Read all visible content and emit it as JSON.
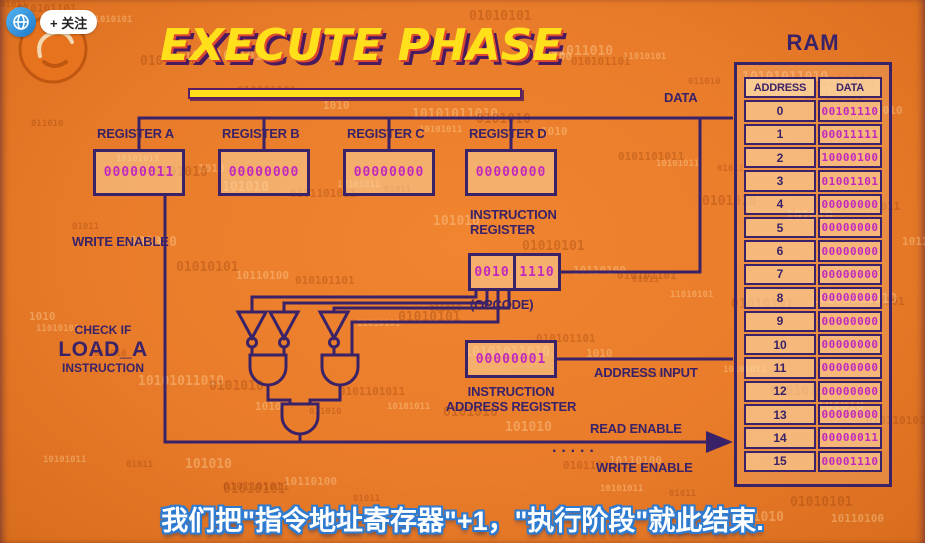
{
  "overlay": {
    "follow_label": "+ 关注"
  },
  "title": {
    "text": "EXECUTE PHASE"
  },
  "ram": {
    "title": "RAM",
    "headers": [
      "ADDRESS",
      "DATA"
    ],
    "rows": [
      {
        "address": "0",
        "data": "00101110"
      },
      {
        "address": "1",
        "data": "00011111"
      },
      {
        "address": "2",
        "data": "10000100"
      },
      {
        "address": "3",
        "data": "01001101"
      },
      {
        "address": "4",
        "data": "00000000"
      },
      {
        "address": "5",
        "data": "00000000"
      },
      {
        "address": "6",
        "data": "00000000"
      },
      {
        "address": "7",
        "data": "00000000"
      },
      {
        "address": "8",
        "data": "00000000"
      },
      {
        "address": "9",
        "data": "00000000"
      },
      {
        "address": "10",
        "data": "00000000"
      },
      {
        "address": "11",
        "data": "00000000"
      },
      {
        "address": "12",
        "data": "00000000"
      },
      {
        "address": "13",
        "data": "00000000"
      },
      {
        "address": "14",
        "data": "00000011"
      },
      {
        "address": "15",
        "data": "00001110"
      }
    ]
  },
  "registers": [
    {
      "label": "REGISTER A",
      "value": "00000011"
    },
    {
      "label": "REGISTER B",
      "value": "00000000"
    },
    {
      "label": "REGISTER C",
      "value": "00000000"
    },
    {
      "label": "REGISTER D",
      "value": "00000000"
    }
  ],
  "instruction_register": {
    "label_line1": "INSTRUCTION",
    "label_line2": "REGISTER",
    "opcode": "0010",
    "operand": "1110",
    "caption": "(OPCODE)"
  },
  "instruction_address_register": {
    "value": "00000001",
    "label_line1": "INSTRUCTION",
    "label_line2": "ADDRESS REGISTER"
  },
  "wire_labels": {
    "data": "DATA",
    "write_enable_left": "WRITE ENABLE",
    "address_input": "ADDRESS INPUT",
    "read_enable": "READ ENABLE",
    "write_enable_right": "WRITE ENABLE",
    "dots": "·····"
  },
  "check_if": {
    "line1": "CHECK IF",
    "line2": "LOAD_A",
    "line3": "INSTRUCTION"
  },
  "subtitle": "我们把\"指令地址寄存器\"+1，\"执行阶段\"就此结束.",
  "colors": {
    "background_orange": "#E97C2A",
    "ink_purple": "#3A2268",
    "value_magenta": "#C128BE",
    "title_yellow": "#FFE01A",
    "title_shadow_red": "#E0472F",
    "title_shadow_purple": "#4A1A5E",
    "subtitle_outline_blue": "#2E7BD0",
    "follow_badge_blue": "#2D9BE8"
  },
  "background_pattern": [
    "10101011",
    "0101101011",
    "101010",
    "01011",
    "10110100",
    "01010101",
    "11010101",
    "010101101",
    "10101011010",
    "011010",
    "1010",
    "0101010"
  ]
}
